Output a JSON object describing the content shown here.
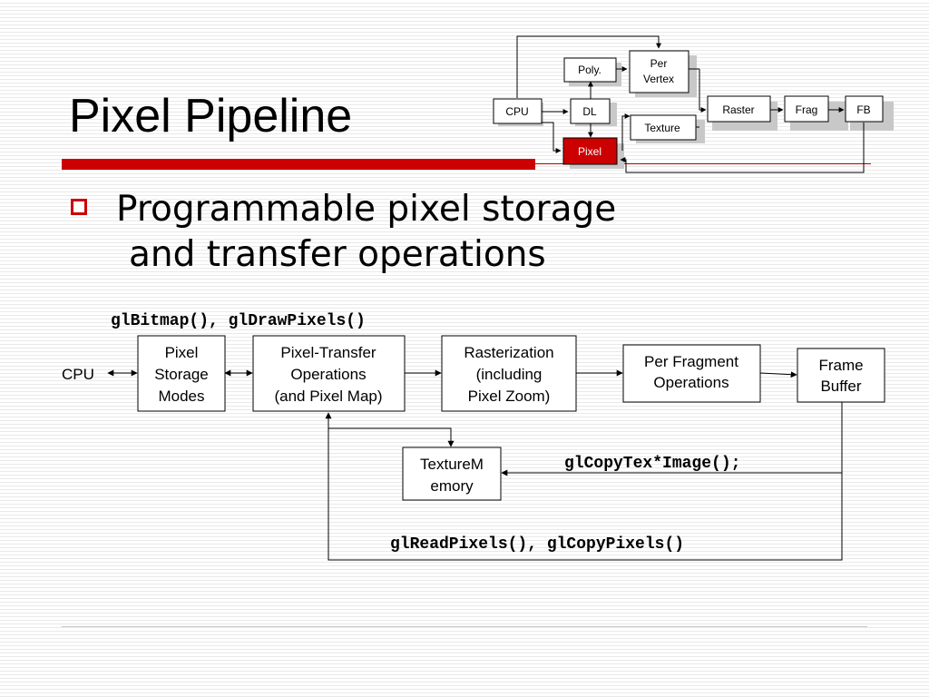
{
  "slide": {
    "title": "Pixel Pipeline",
    "bullet": {
      "line1": "Programmable pixel storage",
      "line2": "and transfer operations"
    }
  },
  "mini_pipeline": {
    "cpu": "CPU",
    "poly": "Poly.",
    "per_vertex_line1": "Per",
    "per_vertex_line2": "Vertex",
    "dl": "DL",
    "texture": "Texture",
    "pixel": "Pixel",
    "raster": "Raster",
    "frag": "Frag",
    "fb": "FB",
    "highlight_color": "#cc0000"
  },
  "pixel_pipeline": {
    "cpu": "CPU",
    "storage_modes": [
      "Pixel",
      "Storage",
      "Modes"
    ],
    "transfer_ops": [
      "Pixel-Transfer",
      "Operations",
      "(and Pixel Map)"
    ],
    "rasterization": [
      "Rasterization",
      "(including",
      "Pixel Zoom)"
    ],
    "per_fragment": [
      "Per Fragment",
      "Operations"
    ],
    "frame_buffer": [
      "Frame",
      "Buffer"
    ],
    "texture_memory": [
      "TextureM",
      "emory"
    ],
    "api_draw": "glBitmap(), glDrawPixels()",
    "api_copytex": "glCopyTex*Image();",
    "api_read": "glReadPixels(), glCopyPixels()"
  },
  "colors": {
    "accent": "#cc0000",
    "box_border": "#000000"
  }
}
